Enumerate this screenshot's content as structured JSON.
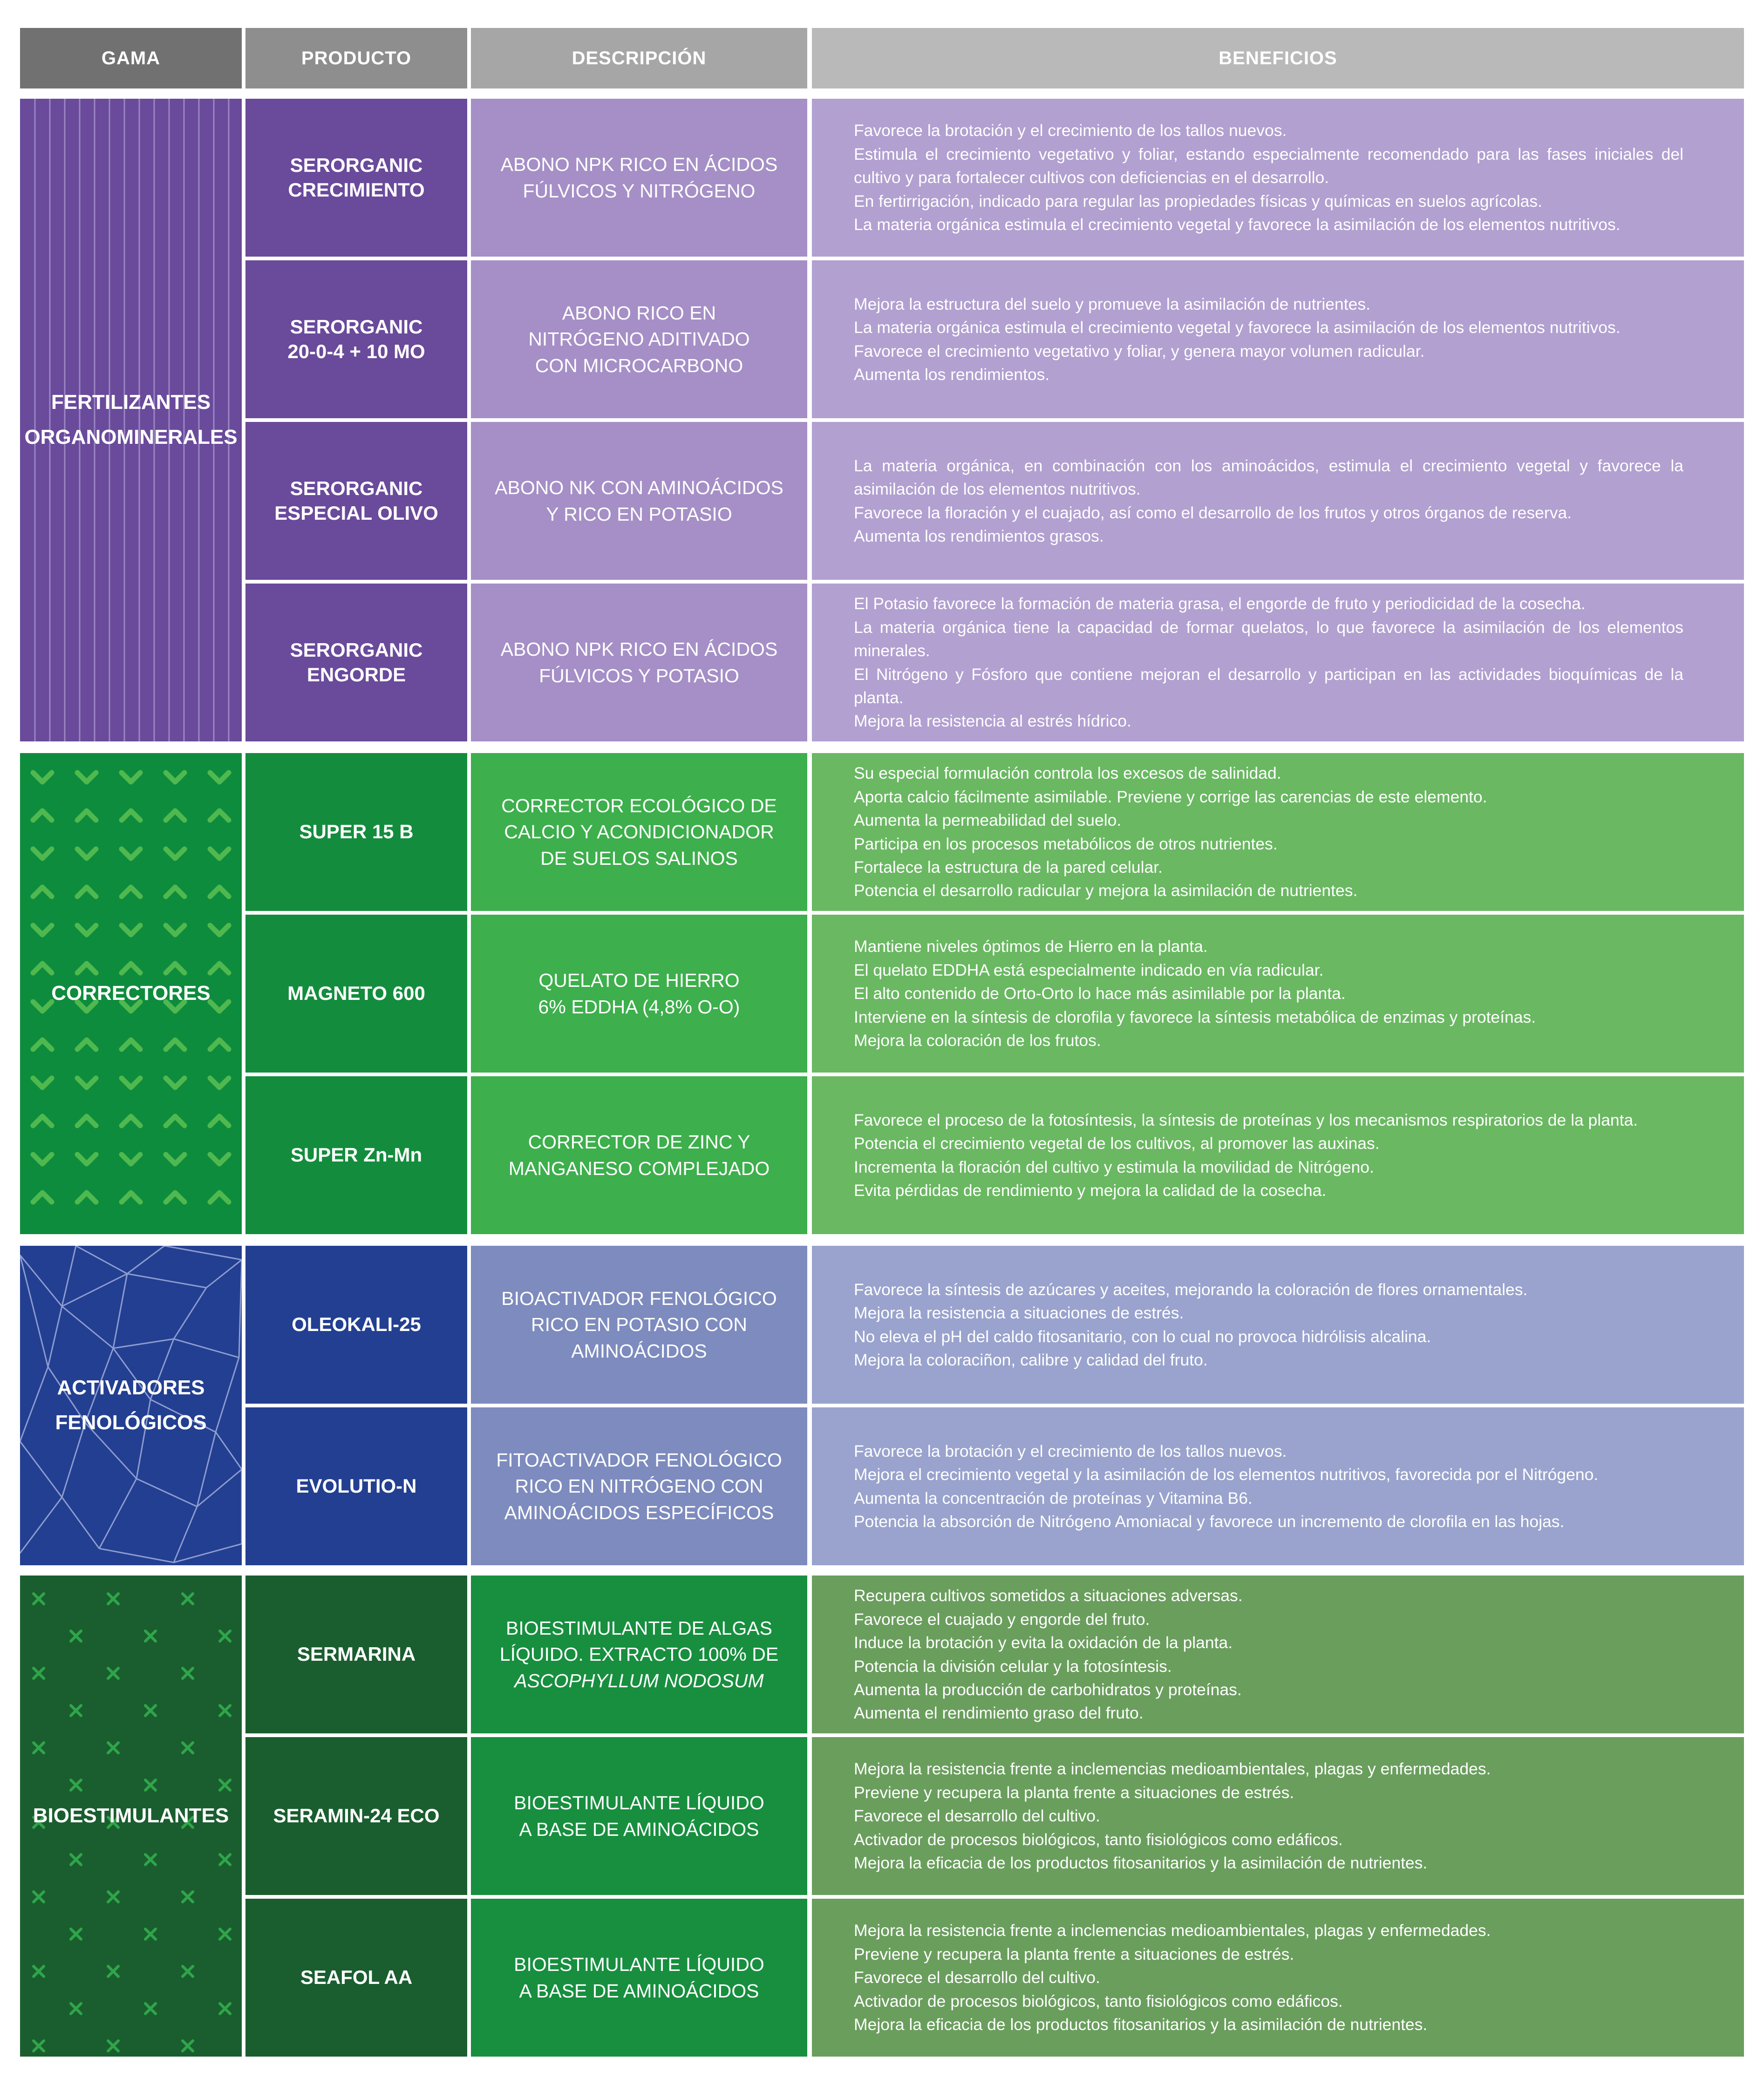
{
  "headers": {
    "gama": "GAMA",
    "producto": "PRODUCTO",
    "descripcion": "DESCRIPCIÓN",
    "beneficios": "BENEFICIOS"
  },
  "colors": {
    "header_dark": "#717171",
    "header_mid": "#8e8e8e",
    "header_light": "#a6a6a6",
    "header_lightest": "#b9b9b9",
    "purple_gama": "#6a4a9b",
    "purple_prod": "#6a4a9b",
    "purple_desc": "#a58fc6",
    "purple_ben": "#b1a0d0",
    "green_gama": "#0e8c3d",
    "green_prod": "#138d3d",
    "green_desc": "#3daf4c",
    "green_ben": "#6ab862",
    "blue_gama": "#233f91",
    "blue_prod": "#233f91",
    "blue_desc": "#7d8bbe",
    "blue_ben": "#99a3cd",
    "dkgreen_gama": "#1a5e2f",
    "dkgreen_prod": "#1a5e2f",
    "dkgreen_desc": "#178f3f",
    "dkgreen_ben": "#6a9e5d"
  },
  "groups": [
    {
      "gama": "FERTILIZANTES\nORGANOMINERALES",
      "pattern": "vertical-stripes",
      "rows": [
        {
          "producto": "SERORGANIC\nCRECIMIENTO",
          "descripcion": "ABONO NPK RICO EN ÁCIDOS\nFÚLVICOS Y NITRÓGENO",
          "beneficios": "Favorece la brotación y el crecimiento de los tallos nuevos.\nEstimula el crecimiento vegetativo y foliar, estando especialmente recomendado para las fases iniciales del cultivo y para fortalecer cultivos con deficiencias en el desarrollo.\nEn fertirrigación, indicado para regular las propiedades físicas y químicas en suelos agrícolas.\nLa materia orgánica estimula el crecimiento vegetal y favorece la asimilación de los elementos nutritivos."
        },
        {
          "producto": "SERORGANIC\n20-0-4 + 10 MO",
          "descripcion": "ABONO RICO EN\nNITRÓGENO ADITIVADO\nCON MICROCARBONO",
          "beneficios": "Mejora la estructura del suelo y promueve la asimilación de nutrientes.\nLa materia orgánica estimula el crecimiento vegetal y favorece la asimilación de los elementos nutritivos.\nFavorece el crecimiento vegetativo y foliar, y genera mayor volumen radicular.\nAumenta los rendimientos."
        },
        {
          "producto": "SERORGANIC\nESPECIAL OLIVO",
          "descripcion": "ABONO NK CON AMINOÁCIDOS\nY RICO EN POTASIO",
          "beneficios": "La materia orgánica, en combinación con los aminoácidos, estimula el crecimiento vegetal y favorece la asimilación de los elementos nutritivos.\nFavorece la floración y el cuajado, así como el desarrollo de los frutos y otros órganos de reserva.\nAumenta los rendimientos grasos."
        },
        {
          "producto": "SERORGANIC\nENGORDE",
          "descripcion": "ABONO NPK RICO EN ÁCIDOS\nFÚLVICOS Y POTASIO",
          "beneficios": "El Potasio favorece la formación de materia grasa, el engorde de fruto y periodicidad de la cosecha.\nLa materia orgánica tiene la capacidad de formar quelatos, lo que favorece la asimilación de los elementos minerales.\nEl Nitrógeno y Fósforo que contiene mejoran el desarrollo y participan en las actividades bioquímicas de la planta.\nMejora la resistencia al estrés hídrico."
        }
      ]
    },
    {
      "gama": "CORRECTORES",
      "pattern": "chevrons",
      "rows": [
        {
          "producto": "SUPER 15 B",
          "descripcion": "CORRECTOR ECOLÓGICO DE\nCALCIO Y ACONDICIONADOR\nDE SUELOS SALINOS",
          "beneficios": "Su especial formulación controla los excesos de salinidad.\nAporta calcio fácilmente asimilable. Previene y corrige las carencias de este elemento.\nAumenta la permeabilidad del suelo.\nParticipa en los procesos metabólicos de otros nutrientes.\nFortalece la estructura de la pared celular.\nPotencia el desarrollo radicular y mejora la asimilación de nutrientes."
        },
        {
          "producto": "MAGNETO 600",
          "descripcion": "QUELATO DE HIERRO\n6% EDDHA (4,8% O-O)",
          "beneficios": "Mantiene niveles óptimos de Hierro en la planta.\nEl quelato EDDHA está especialmente indicado en vía radicular.\nEl alto contenido de Orto-Orto lo hace más asimilable por la planta.\nInterviene en la síntesis de clorofila y favorece la síntesis metabólica de enzimas y proteínas.\nMejora la coloración de los frutos."
        },
        {
          "producto": "SUPER Zn-Mn",
          "descripcion": "CORRECTOR DE ZINC Y\nMANGANESO COMPLEJADO",
          "beneficios": "Favorece el proceso de la fotosíntesis, la síntesis de proteínas y los mecanismos respiratorios de la planta.\nPotencia el crecimiento vegetal de los cultivos, al promover las auxinas.\nIncrementa la floración del cultivo y estimula la movilidad de Nitrógeno.\nEvita pérdidas de rendimiento y mejora la calidad de la cosecha."
        }
      ]
    },
    {
      "gama": "ACTIVADORES\nFENOLÓGICOS",
      "pattern": "network",
      "rows": [
        {
          "producto": "OLEOKALI-25",
          "descripcion": "BIOACTIVADOR FENOLÓGICO\nRICO EN POTASIO CON\nAMINOÁCIDOS",
          "beneficios": "Favorece la síntesis de azúcares y aceites, mejorando la coloración de flores ornamentales.\nMejora la resistencia a situaciones de estrés.\nNo eleva el pH del caldo fitosanitario, con lo cual no provoca hidrólisis alcalina.\nMejora la coloraciñon, calibre y calidad del fruto."
        },
        {
          "producto": "EVOLUTIO-N",
          "descripcion": "FITOACTIVADOR FENOLÓGICO\nRICO EN NITRÓGENO CON\nAMINOÁCIDOS ESPECÍFICOS",
          "beneficios": "Favorece la brotación y el crecimiento de los tallos nuevos.\nMejora el crecimiento vegetal y la asimilación de los elementos nutritivos, favorecida por el Nitrógeno.\nAumenta la concentración de proteínas y Vitamina B6.\nPotencia la absorción de Nitrógeno Amoniacal y favorece un incremento de clorofila en las hojas."
        }
      ]
    },
    {
      "gama": "BIOESTIMULANTES",
      "pattern": "crosses",
      "rows": [
        {
          "producto": "SERMARINA",
          "descripcion": "BIOESTIMULANTE DE ALGAS\nLÍQUIDO. EXTRACTO 100% DE",
          "descripcion_italic": "ASCOPHYLLUM NODOSUM",
          "beneficios": "Recupera cultivos sometidos a situaciones adversas.\nFavorece el cuajado y engorde del fruto.\nInduce la brotación y evita la oxidación de la planta.\nPotencia la división celular y la fotosíntesis.\nAumenta la producción de carbohidratos y proteínas.\nAumenta el rendimiento graso del fruto."
        },
        {
          "producto": "SERAMIN-24 ECO",
          "descripcion": "BIOESTIMULANTE LÍQUIDO\nA BASE DE AMINOÁCIDOS",
          "beneficios": "Mejora la resistencia frente a inclemencias medioambientales, plagas y enfermedades.\nPreviene y recupera la planta frente a situaciones de estrés.\nFavorece el desarrollo del cultivo.\nActivador de procesos biológicos, tanto fisiológicos como edáficos.\nMejora la eficacia de los productos fitosanitarios y la asimilación de nutrientes."
        },
        {
          "producto": "SEAFOL AA",
          "descripcion": "BIOESTIMULANTE LÍQUIDO\nA BASE DE AMINOÁCIDOS",
          "beneficios": "Mejora la resistencia frente a inclemencias medioambientales, plagas y enfermedades.\nPreviene y recupera la planta frente a situaciones de estrés.\nFavorece el desarrollo del cultivo.\nActivador de procesos biológicos, tanto fisiológicos como edáficos.\nMejora la eficacia de los productos fitosanitarios y la asimilación de nutrientes."
        }
      ]
    }
  ]
}
